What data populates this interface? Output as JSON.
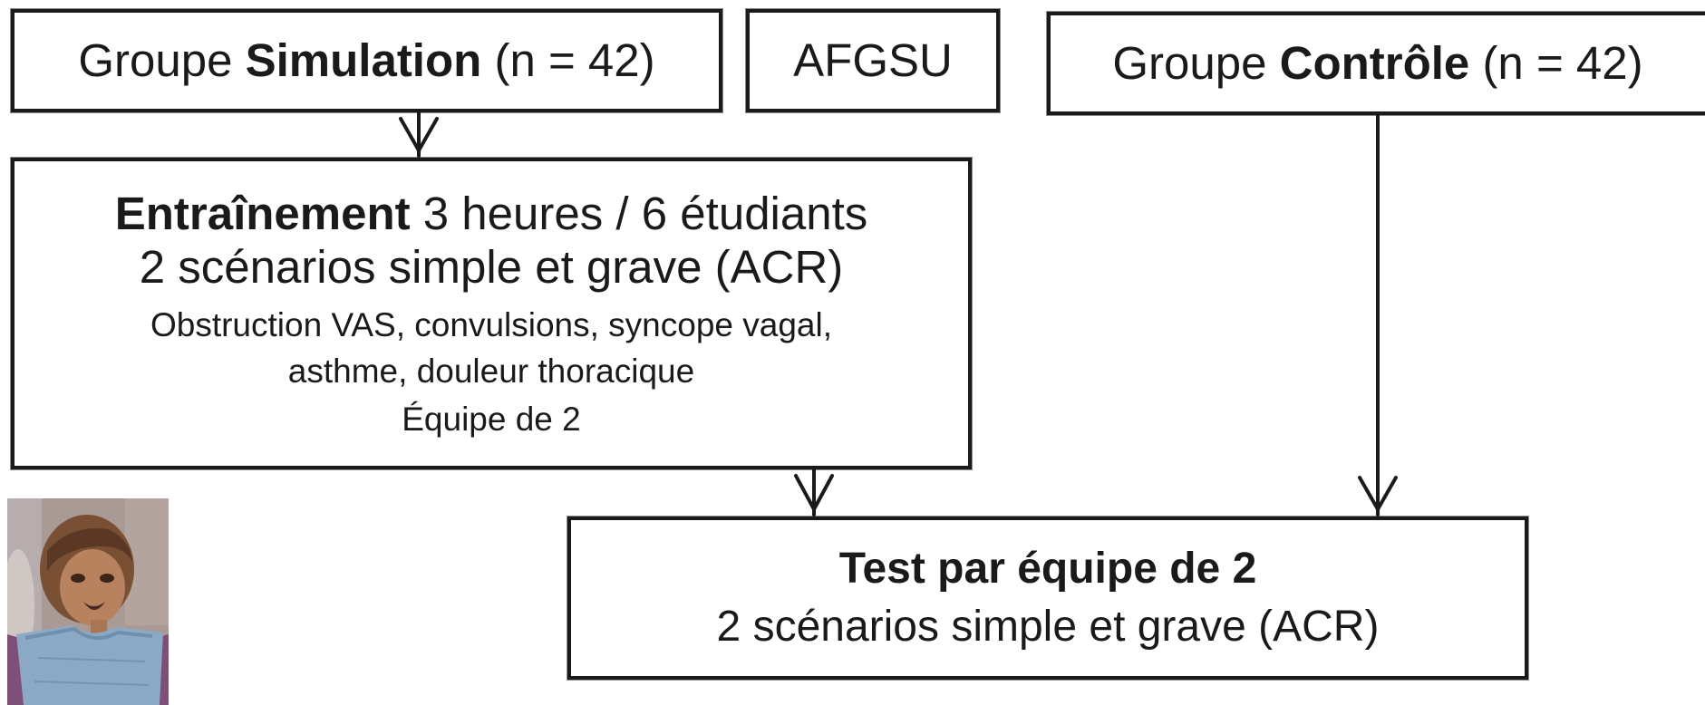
{
  "diagram": {
    "simulation_group": {
      "prefix": "Groupe ",
      "name": "Simulation",
      "count": " (n = 42)"
    },
    "afgsu_label": "AFGSU",
    "control_group": {
      "prefix": "Groupe ",
      "name": "Contrôle",
      "count": " (n = 42)"
    },
    "training": {
      "title_bold": "Entraînement",
      "title_rest": " 3 heures / 6 étudiants",
      "scenarios": "2 scénarios simple et grave (ACR)",
      "detail_line_1": "Obstruction VAS, convulsions, syncope vagal,",
      "detail_line_2": "asthme, douleur thoracique",
      "team": "Équipe de 2"
    },
    "test": {
      "title": "Test par équipe de 2",
      "scenarios": "2 scénarios simple et grave (ACR)"
    },
    "colors": {
      "line": "#1a1a1a",
      "box_fill": "#ffffff"
    }
  }
}
